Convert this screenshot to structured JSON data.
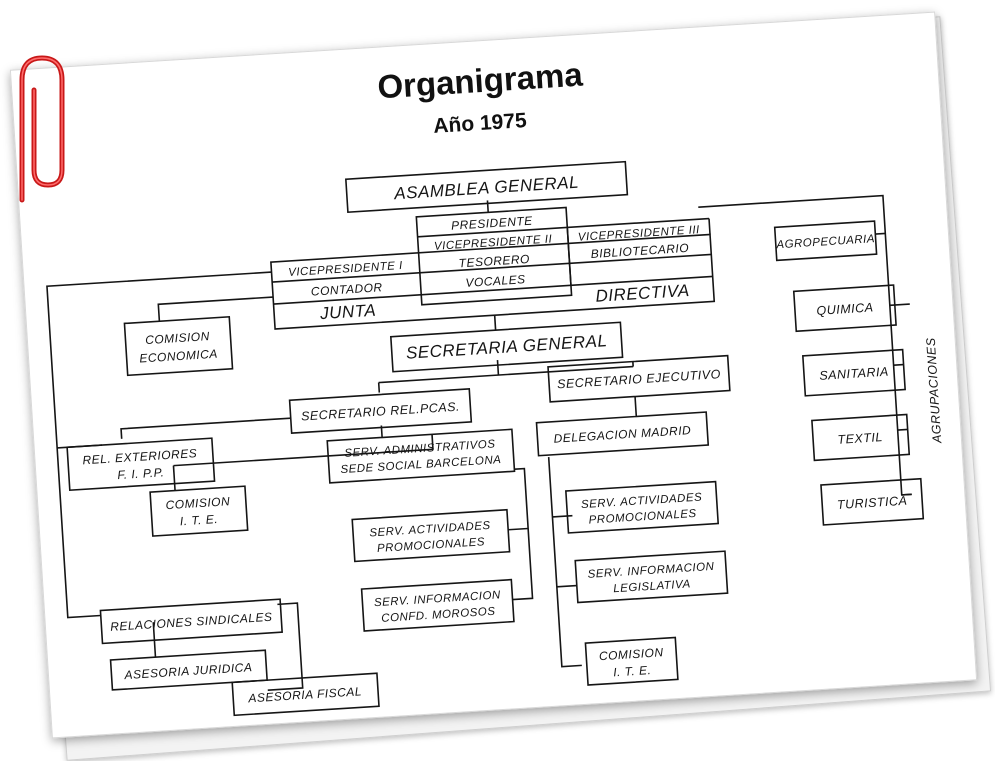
{
  "header": {
    "title": "Organigrama",
    "subtitle": "Año 1975"
  },
  "nodes": {
    "asamblea": "ASAMBLEA GENERAL",
    "presidente": "PRESIDENTE",
    "vicepresidente_1": "VICEPRESIDENTE I",
    "vicepresidente_2": "VICEPRESIDENTE II",
    "vicepresidente_3": "VICEPRESIDENTE III",
    "contador": "CONTADOR",
    "tesorero": "TESORERO",
    "bibliotecario": "BIBLIOTECARIO",
    "vocales": "VOCALES",
    "junta": "JUNTA",
    "directiva": "DIRECTIVA",
    "comision_economica_1": "COMISION",
    "comision_economica_2": "ECONOMICA",
    "secretaria_general": "SECRETARIA GENERAL",
    "secretario_rel": "SECRETARIO REL.PCAS.",
    "secretario_ejecutivo": "SECRETARIO EJECUTIVO",
    "rel_exteriores_1": "REL. EXTERIORES",
    "rel_exteriores_2": "F. I. P.P.",
    "serv_admin_1": "SERV. ADMINISTRATIVOS",
    "serv_admin_2": "SEDE SOCIAL BARCELONA",
    "delegacion_madrid": "DELEGACION MADRID",
    "comision_ite_1_a": "COMISION",
    "comision_ite_1_b": "I. T. E.",
    "serv_act_bcn_1": "SERV. ACTIVIDADES",
    "serv_act_bcn_2": "PROMOCIONALES",
    "serv_act_mad_1": "SERV. ACTIVIDADES",
    "serv_act_mad_2": "PROMOCIONALES",
    "serv_info_legis_1": "SERV. INFORMACION",
    "serv_info_legis_2": "LEGISLATIVA",
    "serv_info_morosos_1": "SERV. INFORMACION",
    "serv_info_morosos_2": "CONFD. MOROSOS",
    "comision_ite_2_a": "COMISION",
    "comision_ite_2_b": "I. T. E.",
    "relaciones_sindicales": "RELACIONES SINDICALES",
    "asesoria_juridica": "ASESORIA JURIDICA",
    "asesoria_fiscal": "ASESORIA FISCAL",
    "agropecuaria": "AGROPECUARIA",
    "quimica": "QUIMICA",
    "sanitaria": "SANITARIA",
    "textil": "TEXTIL",
    "turistica": "TURISTICA",
    "agrupaciones": "AGRUPACIONES"
  }
}
